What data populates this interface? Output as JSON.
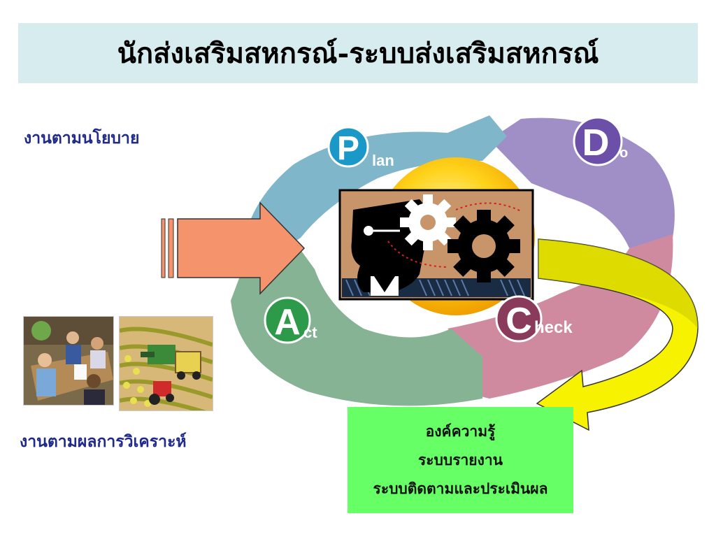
{
  "title": "นักส่งเสริมสหกรณ์-ระบบส่งเสริมสหกรณ์",
  "labels": {
    "policy": "งานตามนโยบาย",
    "analysis": "งานตามผลการวิเคราะห์"
  },
  "cycle": {
    "plan": {
      "letter": "P",
      "suffix": "lan"
    },
    "do": {
      "letter": "D",
      "suffix": "o"
    },
    "check": {
      "letter": "C",
      "suffix": "heck"
    },
    "act": {
      "letter": "A",
      "suffix": "ct"
    }
  },
  "knowledge_box": {
    "lines": [
      "องค์ความรู้",
      "ระบบรายงาน",
      "ระบบติดตามและประเมินผล"
    ]
  },
  "colors": {
    "title_bg": "#d6ecee",
    "label_text": "#1f2a8a",
    "plan": "#7fb6c9",
    "do": "#9f8fc6",
    "check": "#d08aa0",
    "act": "#86b394",
    "input_arrow": "#f4936c",
    "feedback_arrow": "#f7f200",
    "knowledge_bg": "#66ff66"
  }
}
